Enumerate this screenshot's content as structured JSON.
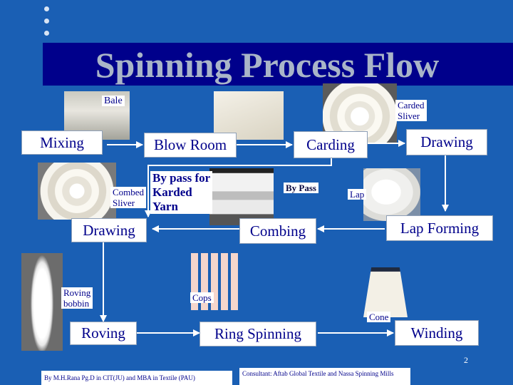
{
  "title": "Spinning Process Flow",
  "steps": {
    "mixing": "Mixing",
    "blow_room": "Blow Room",
    "carding": "Carding",
    "drawing_top": "Drawing",
    "lap_forming": "Lap Forming",
    "combing": "Combing",
    "drawing_left": "Drawing",
    "roving": "Roving",
    "ring_spinning": "Ring Spinning",
    "winding": "Winding"
  },
  "labels": {
    "bale": "Bale",
    "carded_sliver_1": "Carded",
    "carded_sliver_2": "Sliver",
    "combed_sliver_1": "Combed",
    "combed_sliver_2": "Sliver",
    "bypass_karded_1": "By pass for",
    "bypass_karded_2": "Karded",
    "bypass_karded_3": "Yarn",
    "by_pass": "By Pass",
    "lap": "Lap",
    "roving_bobbin_1": "Roving",
    "roving_bobbin_2": "bobbin",
    "cops": "Cops",
    "cone": "Cone"
  },
  "page_number": "2",
  "footer": {
    "author": "By M.H.Rana Pg.D in CIT(JU) and MBA in Textile (PAU)",
    "consultant": "Consultant: Aftab Global Textile and Nassa Spinning Mills"
  },
  "colors": {
    "background": "#1a5fb4",
    "title_band": "#00008b",
    "title_text": "#a9b5c8",
    "box_text": "#00008b",
    "arrow": "#ffffff"
  }
}
